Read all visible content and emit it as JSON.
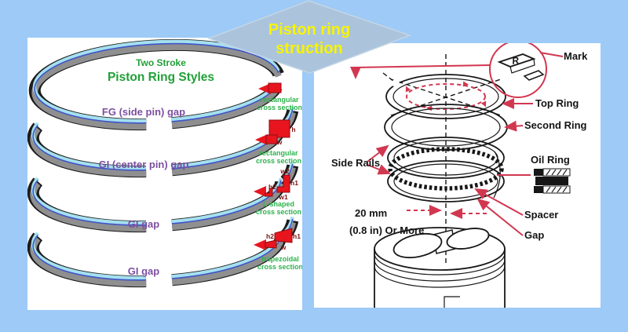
{
  "banner": {
    "line1": "Piston ring",
    "line2": "struction"
  },
  "left_panel": {
    "heading_line1": "Two Stroke",
    "heading_line2": "Piston Ring Styles",
    "ring_labels": [
      "FG (side pin) gap",
      "GI (center pin) gap",
      "GI gap",
      "GI gap"
    ],
    "cross_sections": [
      {
        "caption1": "rectangular",
        "caption2": "cross section"
      },
      {
        "caption1": "rectangular",
        "caption2": "cross section",
        "dim_h": "h",
        "dim_w": "w"
      },
      {
        "caption1": "L-shaped",
        "caption2": "cross section",
        "dim_w2": "w2",
        "dim_h2": "h2",
        "dim_h1": "h1",
        "dim_w1": "w1"
      },
      {
        "caption1": "trapezoidal",
        "caption2": "cross section",
        "dim_h2": "h2",
        "dim_h1": "h1",
        "dim_w": "w"
      }
    ]
  },
  "right_panel": {
    "mark_label": "Mark",
    "mark_letter": "R",
    "top_ring_label": "Top Ring",
    "second_ring_label": "Second Ring",
    "side_rails_label": "Side Rails",
    "oil_ring_label": "Oil Ring",
    "spacer_label": "Spacer",
    "gap_label": "Gap",
    "note_line1": "20 mm",
    "note_line2": "(0.8 in) Or More"
  },
  "colors": {
    "background": "#9dcaf6",
    "banner_fill": "#abc4dc",
    "banner_text": "#f8f400",
    "heading_green": "#21a038",
    "label_purple": "#7c4fa0",
    "caption_green": "#2db34d",
    "cross_section_red": "#e8151e",
    "leader_red": "#d23750",
    "ring_gray": "#8f8f8f",
    "ring_cyan": "#a5e0ef",
    "ring_blue": "#3f54c9"
  }
}
